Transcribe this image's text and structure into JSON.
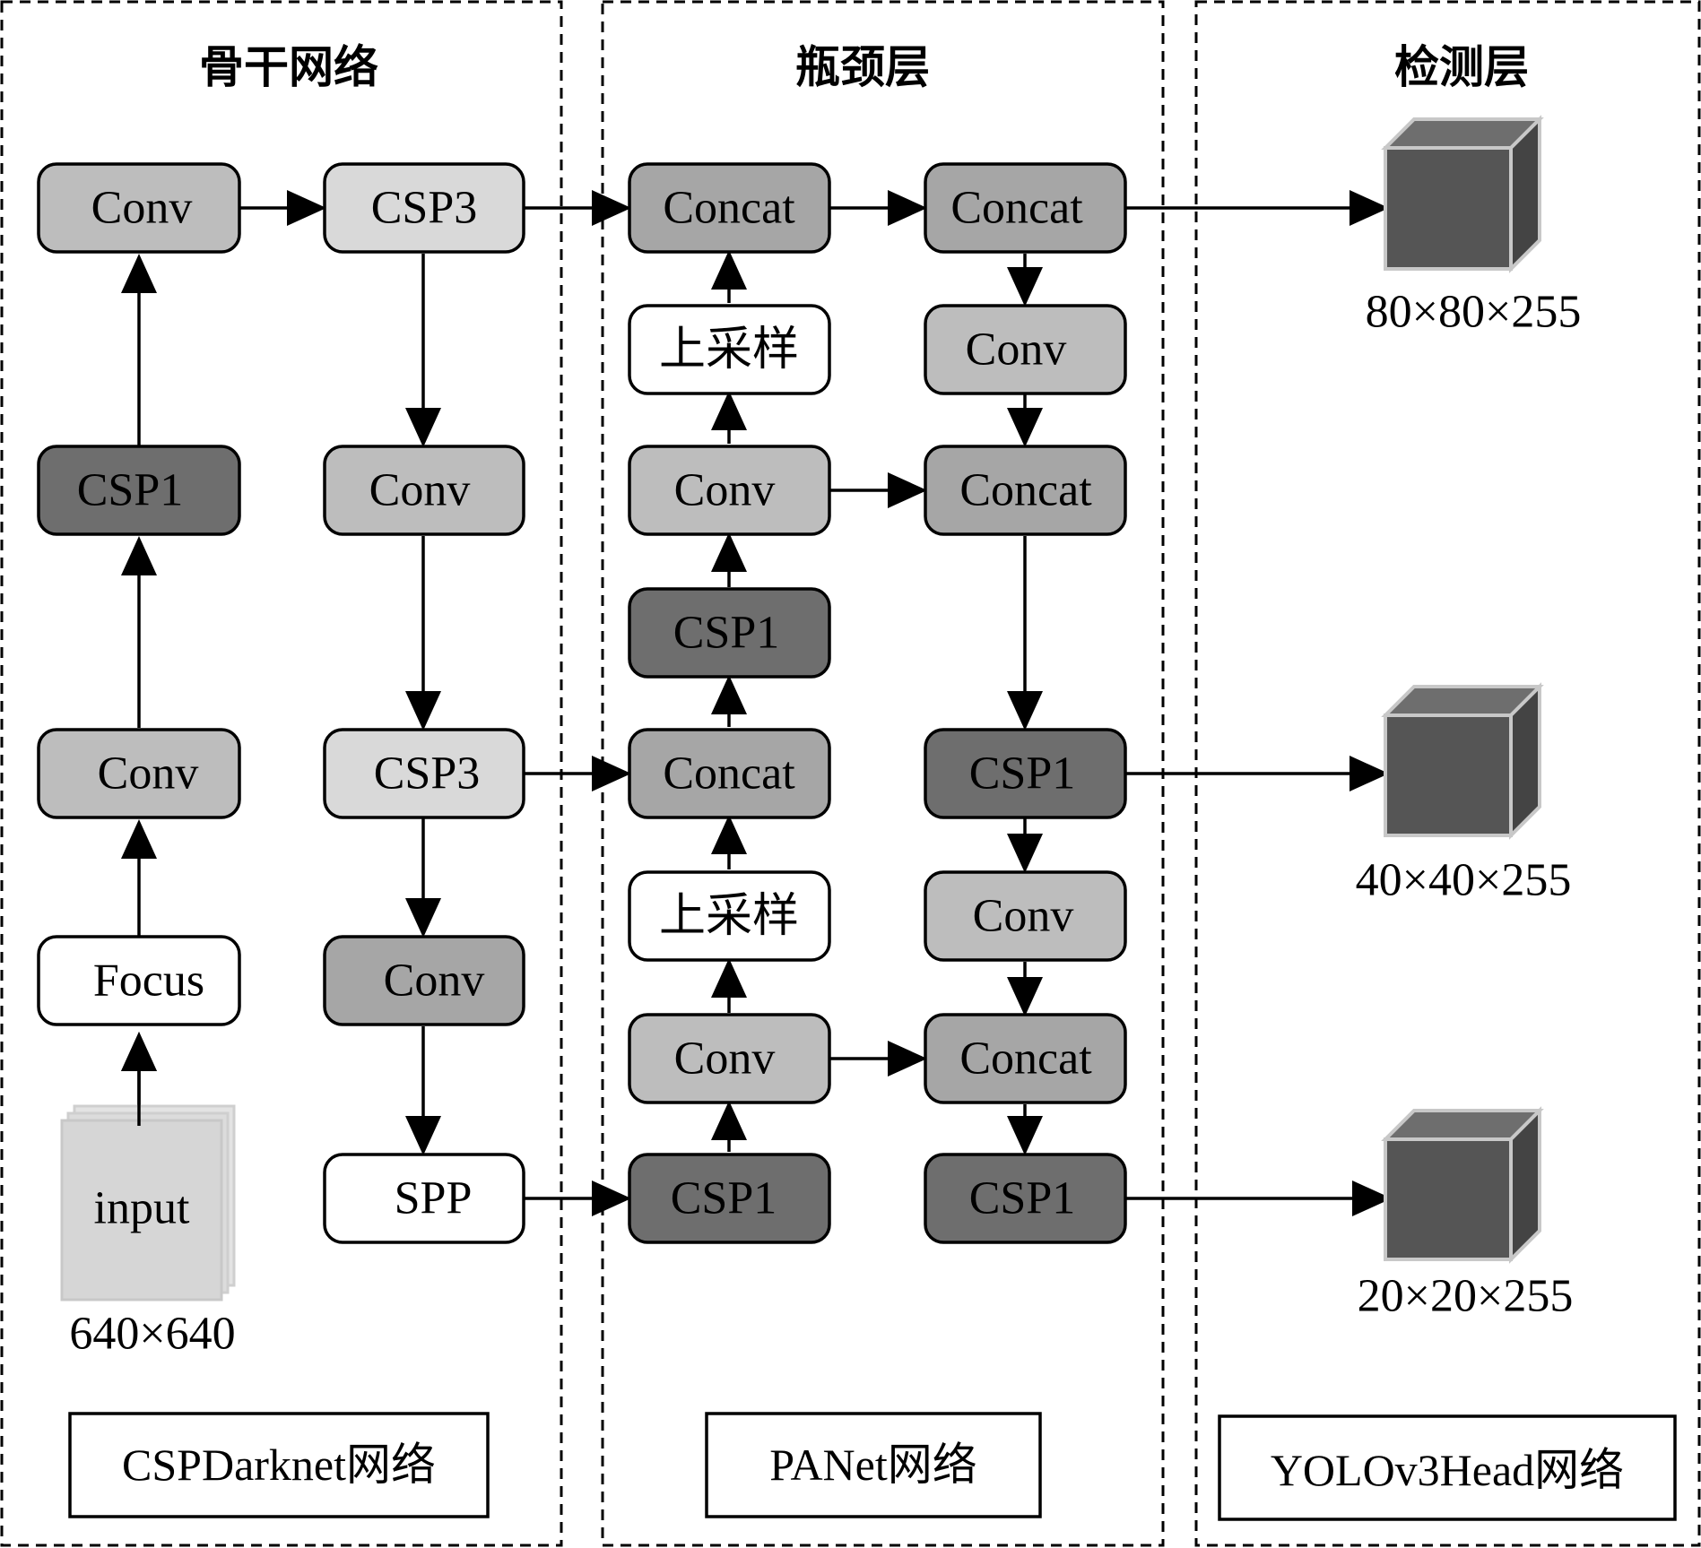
{
  "panels": {
    "backbone": {
      "title": "骨干网络",
      "caption": "CSPDarknet网络"
    },
    "neck": {
      "title": "瓶颈层",
      "caption": "PANet网络"
    },
    "head": {
      "title": "检测层",
      "caption": "YOLOv3Head网络"
    }
  },
  "input": {
    "label": "input",
    "size": "640×640"
  },
  "backbone_nodes": {
    "conv_top": "Conv",
    "csp1": "CSP1",
    "conv_mid": "Conv",
    "focus": "Focus",
    "csp3_top": "CSP3",
    "conv_a": "Conv",
    "csp3_mid": "CSP3",
    "conv_b": "Conv",
    "spp": "SPP"
  },
  "neck_left_nodes": {
    "concat_top": "Concat",
    "upsample_top": "上采样",
    "conv_a": "Conv",
    "csp1_a": "CSP1",
    "concat_mid": "Concat",
    "upsample_mid": "上采样",
    "conv_b": "Conv",
    "csp1_bottom": "CSP1"
  },
  "neck_right_nodes": {
    "concat_top": "Concat",
    "conv_a": "Conv",
    "concat_a": "Concat",
    "csp1_mid": "CSP1",
    "conv_b": "Conv",
    "concat_b": "Concat",
    "csp1_bottom": "CSP1"
  },
  "outputs": {
    "large": "80×80×255",
    "medium": "40×40×255",
    "small": "20×20×255"
  },
  "colors": {
    "dark": "#6e6e6e",
    "medium": "#a6a6a6",
    "medium_light": "#bdbdbd",
    "light": "#d9d9d9",
    "white": "#ffffff",
    "cube_front": "#555555",
    "cube_top": "#6e6e6e",
    "cube_side": "#444444",
    "cube_edge": "#c8c8c8",
    "input_sheet": "#d6d6d6"
  }
}
